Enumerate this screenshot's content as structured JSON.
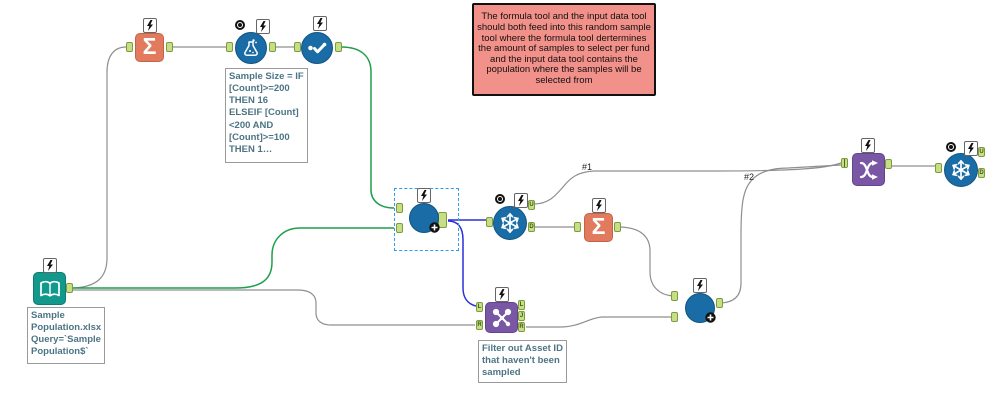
{
  "comment": {
    "text": "The formula tool and the input data tool should both feed into this random sample tool where the formula tool dertermines the amount of samples to select per fund and the input data tool contains the population where the samples will be selected from"
  },
  "annotations": {
    "formula": "Sample Size = IF\n[Count]>=200\nTHEN 16\nELSEIF [Count]\n<200 AND\n[Count]>=100\nTHEN 1…",
    "input_data": "Sample\nPopulation.xlsx\nQuery=`Sample\nPopulation$`",
    "join": "Filter out Asset ID\nthat haven't been\nsampled"
  },
  "wire_labels": {
    "n1": "#1",
    "n2": "#2"
  },
  "anchor_labels": {
    "u": "U",
    "d": "D",
    "l": "L",
    "j": "J",
    "r": "R"
  },
  "icons": {
    "sigma": "Σ"
  },
  "colors": {
    "tool_blue": "#1a6ca6",
    "tool_orange": "#e27a5e",
    "tool_teal": "#12998c",
    "tool_purple": "#7a57a4",
    "wire_gray": "#8f8f8f",
    "wire_green": "#1f9e4c",
    "wire_blue": "#2b2fd9",
    "anchor_green": "#c6de86",
    "comment_pink": "#f2908a",
    "annotation_text": "#4d7484",
    "selection_blue": "#2e9df0"
  }
}
